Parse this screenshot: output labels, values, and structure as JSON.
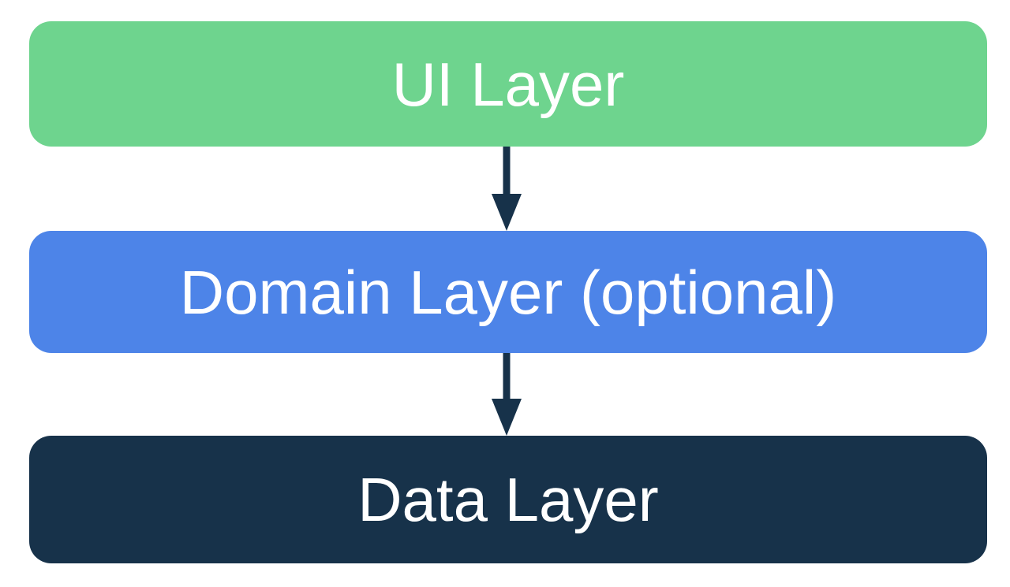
{
  "diagram": {
    "background_color": "#ffffff",
    "arrow_color": "#17324A",
    "text_color": "#ffffff",
    "layers": [
      {
        "id": "ui-layer",
        "label": "UI Layer",
        "color": "#6ED48E"
      },
      {
        "id": "domain-layer",
        "label": "Domain Layer (optional)",
        "color": "#4D84E8"
      },
      {
        "id": "data-layer",
        "label": "Data Layer",
        "color": "#17324A"
      }
    ]
  }
}
